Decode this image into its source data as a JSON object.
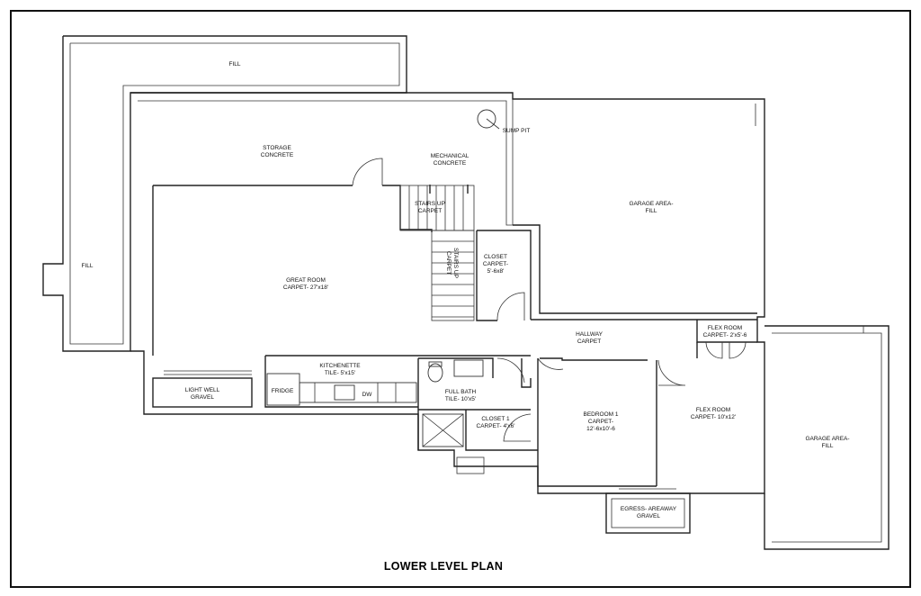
{
  "title": "LOWER LEVEL PLAN",
  "labels": {
    "fill_top": "FILL",
    "fill_left": "FILL",
    "storage": [
      "STORAGE",
      "CONCRETE"
    ],
    "mechanical": [
      "MECHANICAL",
      "CONCRETE"
    ],
    "sump_pit": "SUMP PIT",
    "garage_area_1": [
      "GARAGE AREA-",
      "FILL"
    ],
    "garage_area_2": [
      "GARAGE AREA-",
      "FILL"
    ],
    "stairs_up_1": [
      "STAIRS UP",
      "CARPET"
    ],
    "stairs_up_2": [
      "STAIRS UP",
      "CARPET"
    ],
    "closet_top": [
      "CLOSET",
      "CARPET-",
      "5'-6x8'"
    ],
    "great_room": [
      "GREAT ROOM",
      "CARPET- 27'x18'"
    ],
    "hallway": [
      "HALLWAY",
      "CARPET"
    ],
    "flex_room_small": [
      "FLEX ROOM",
      "CARPET- 2'x5'-6"
    ],
    "kitchenette": [
      "KITCHENETTE",
      "TILE- 5'x15'"
    ],
    "fridge": "FRIDGE",
    "dw": "DW",
    "light_well": [
      "LIGHT WELL",
      "GRAVEL"
    ],
    "full_bath": [
      "FULL BATH",
      "TILE- 10'x5'"
    ],
    "closet_1": [
      "CLOSET 1",
      "CARPET- 4'x6'"
    ],
    "bedroom_1": [
      "BEDROOM 1",
      "CARPET-",
      "12'-6x10'-6"
    ],
    "flex_room": [
      "FLEX ROOM",
      "CARPET- 10'x12'"
    ],
    "egress": [
      "EGRESS- AREAWAY",
      "GRAVEL"
    ]
  }
}
